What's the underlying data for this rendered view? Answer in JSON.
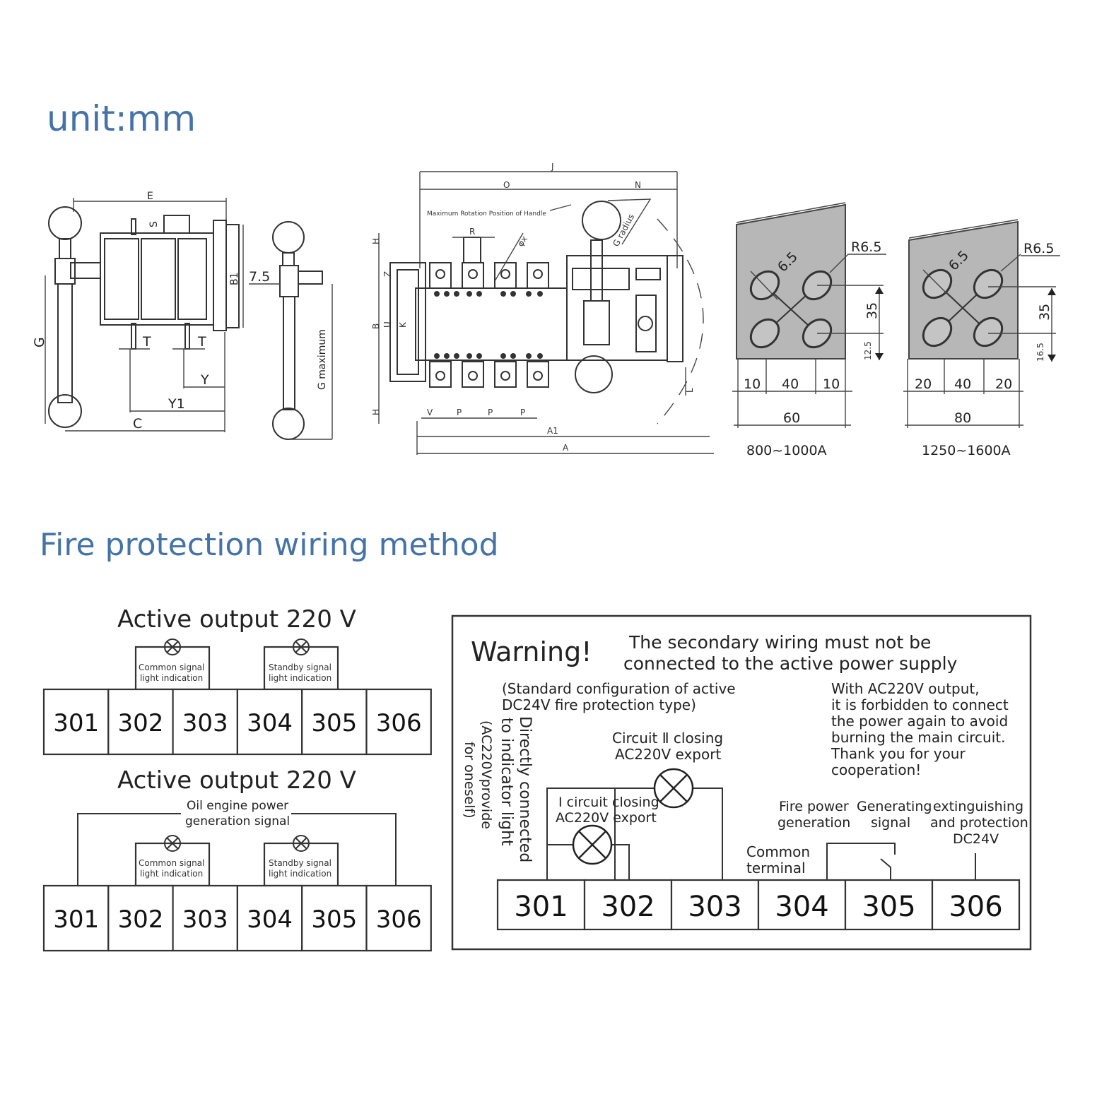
{
  "unit_label": "unit:mm",
  "section_title": "Fire protection wiring method",
  "dimension_letters": {
    "E": "E",
    "S": "S",
    "B1": "B1",
    "G": "G",
    "T": "T",
    "Y": "Y",
    "Y1": "Y1",
    "C": "C",
    "dim_7_5": "7.5",
    "g_max": "G maximum",
    "J": "J",
    "O": "O",
    "N": "N",
    "R": "R",
    "H": "H",
    "Z": "Z",
    "B": "B",
    "U": "U",
    "K": "K",
    "V": "V",
    "P": "P",
    "A1": "A1",
    "A": "A",
    "L": "L",
    "phi_x": "φx",
    "g_radius": "G radius",
    "rotation_note": "Maximum Rotation Position of Handle"
  },
  "hole_patterns": [
    {
      "radius": "R6.5",
      "diag": "6.5",
      "v1": "35",
      "v2": "12.5",
      "h": [
        "10",
        "40",
        "10"
      ],
      "total": "60",
      "caption": "800~1000A"
    },
    {
      "radius": "R6.5",
      "diag": "6.5",
      "v1": "35",
      "v2": "16.5",
      "h": [
        "20",
        "40",
        "20"
      ],
      "total": "80",
      "caption": "1250~1600A"
    }
  ],
  "left_diagrams": [
    {
      "title": "Active output 220 V",
      "terminals": [
        "301",
        "302",
        "303",
        "304",
        "305",
        "306"
      ],
      "lamp1": [
        "Common signal",
        "light indication"
      ],
      "lamp2": [
        "Standby signal",
        "light indication"
      ]
    },
    {
      "title": "Active output 220 V",
      "oil_signal": [
        "Oil engine power",
        "generation signal"
      ],
      "terminals": [
        "301",
        "302",
        "303",
        "304",
        "305",
        "306"
      ],
      "lamp1": [
        "Common signal",
        "light indication"
      ],
      "lamp2": [
        "Standby signal",
        "light indication"
      ]
    }
  ],
  "warning_panel": {
    "warning": "Warning!",
    "headline": [
      "The secondary wiring must not be",
      "connected to the active power supply"
    ],
    "std_config": [
      "(Standard configuration of active",
      "DC24V fire protection type)"
    ],
    "vertical_text": [
      "Directly connected",
      "to indicator light",
      "(AC220Vprovide",
      "for oneself)"
    ],
    "forbidden": [
      "With AC220V output,",
      "it is forbidden to connect",
      "the power again to avoid",
      "burning the main circuit.",
      "Thank you for your",
      "cooperation!"
    ],
    "circuit2": [
      "Circuit Ⅱ closing",
      "AC220V export"
    ],
    "circuit1": [
      "I circuit closing",
      "AC220V export"
    ],
    "fire_power": [
      "Fire power",
      "generation"
    ],
    "generating": [
      "Generating",
      "signal"
    ],
    "extinguishing": [
      "extinguishing",
      "and protection",
      "DC24V"
    ],
    "common": [
      "Common",
      "terminal"
    ],
    "terminals": [
      "301",
      "302",
      "303",
      "304",
      "305",
      "306"
    ]
  }
}
